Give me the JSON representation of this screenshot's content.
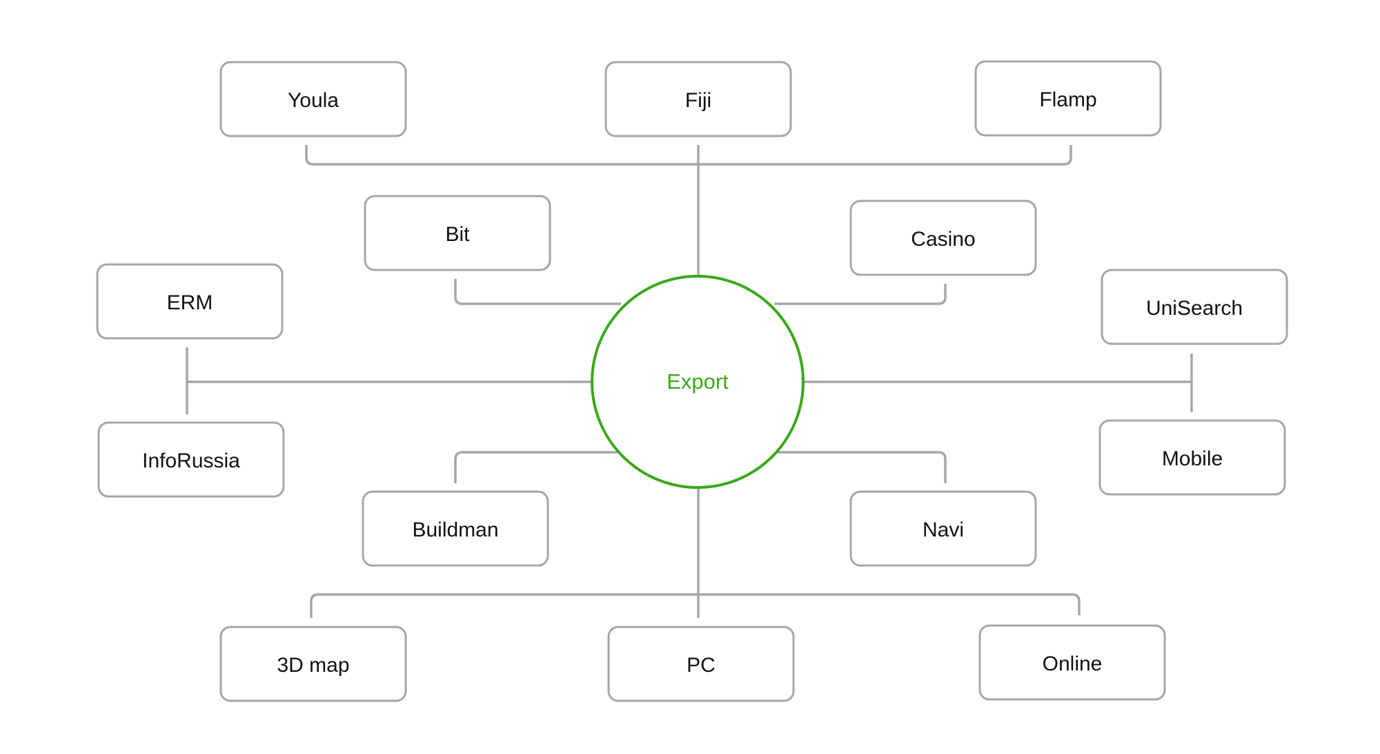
{
  "hub": {
    "label": "Export",
    "color": "#3aa81b"
  },
  "nodes": [
    {
      "id": "youla",
      "label": "Youla"
    },
    {
      "id": "fiji",
      "label": "Fiji"
    },
    {
      "id": "flamp",
      "label": "Flamp"
    },
    {
      "id": "bit",
      "label": "Bit"
    },
    {
      "id": "casino",
      "label": "Casino"
    },
    {
      "id": "erm",
      "label": "ERM"
    },
    {
      "id": "inforussia",
      "label": "InfoRussia"
    },
    {
      "id": "unisearch",
      "label": "UniSearch"
    },
    {
      "id": "mobile",
      "label": "Mobile"
    },
    {
      "id": "buildman",
      "label": "Buildman"
    },
    {
      "id": "navi",
      "label": "Navi"
    },
    {
      "id": "map3d",
      "label": "3D map"
    },
    {
      "id": "pc",
      "label": "PC"
    },
    {
      "id": "online",
      "label": "Online"
    }
  ],
  "colors": {
    "node_border": "#a6a6a6",
    "connector": "#a6a6a6",
    "text": "#111111",
    "background": "#ffffff"
  }
}
